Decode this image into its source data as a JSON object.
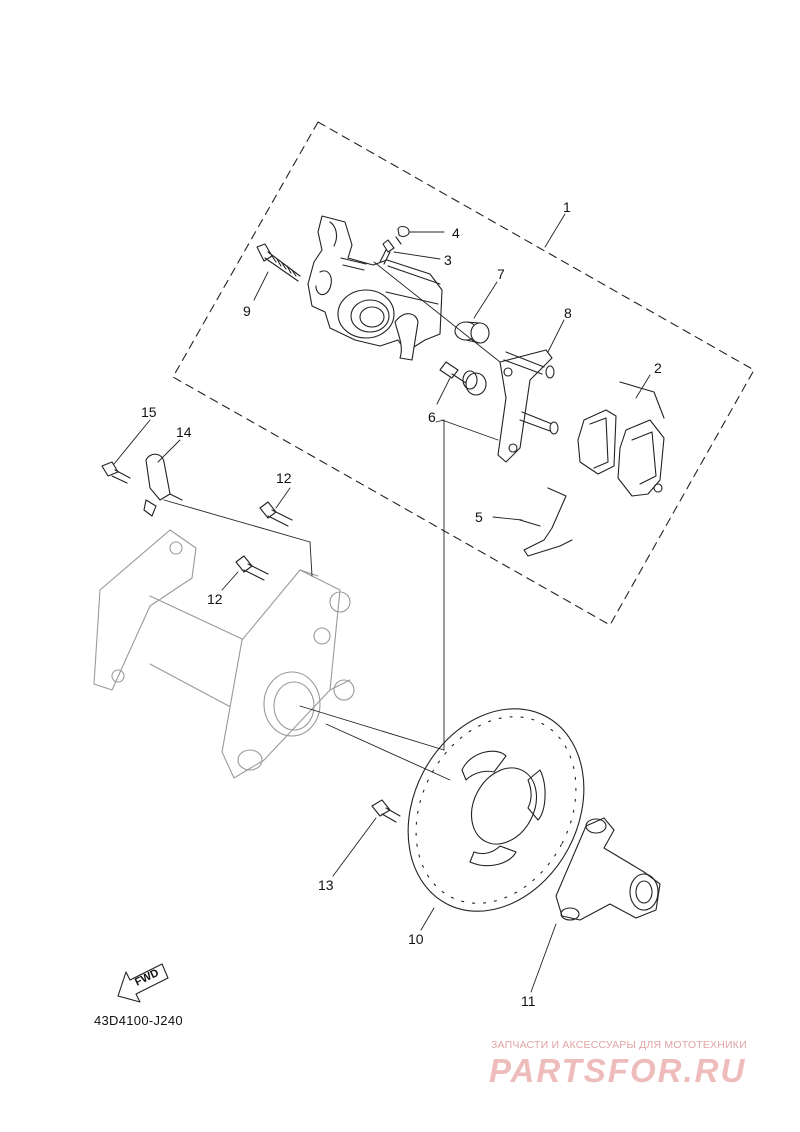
{
  "diagram": {
    "code": "43D4100-J240",
    "fwd_label": "FWD",
    "callouts": {
      "c1": "1",
      "c2": "2",
      "c3": "3",
      "c4": "4",
      "c5": "5",
      "c6": "6",
      "c7": "7",
      "c8": "8",
      "c9": "9",
      "c10": "10",
      "c11": "11",
      "c12a": "12",
      "c12b": "12",
      "c13": "13",
      "c14": "14",
      "c15": "15"
    }
  },
  "watermark": {
    "subtitle": "ЗАПЧАСТИ И АКСЕССУАРЫ ДЛЯ МОТОТЕХНИКИ",
    "brand": "PARTSFOR.RU"
  },
  "colors": {
    "line": "#222222",
    "watermark": "#e8a8a8"
  }
}
